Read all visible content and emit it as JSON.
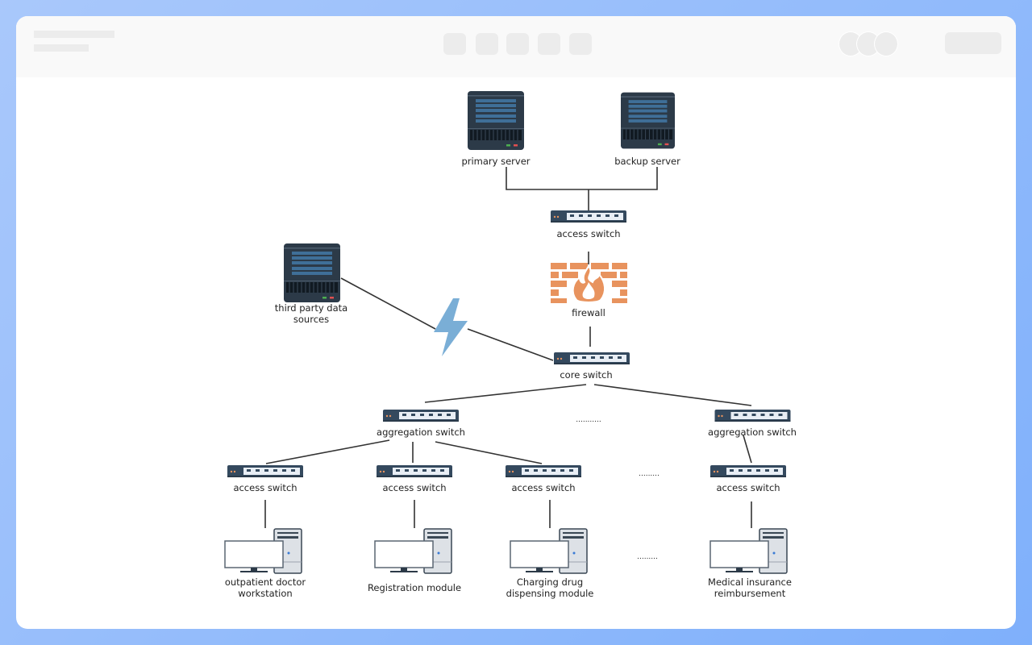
{
  "nodes": {
    "primary_server": "primary server",
    "backup_server": "backup server",
    "access_switch_top": "access switch",
    "firewall": "firewall",
    "third_party_line1": "third party data",
    "third_party_line2": "sources",
    "core_switch": "core switch",
    "aggregation_left": "aggregation switch",
    "aggregation_right": "aggregation switch",
    "access_1": "access switch",
    "access_2": "access switch",
    "access_3": "access switch",
    "access_4": "access switch",
    "ws1_line1": "outpatient doctor",
    "ws1_line2": "workstation",
    "ws2": "Registration module",
    "ws3_line1": "Charging drug",
    "ws3_line2": "dispensing module",
    "ws4_line1": "Medical insurance",
    "ws4_line2": "reimbursement"
  },
  "ellipses": {
    "agg": "...........",
    "access": ".........",
    "ws": "........."
  },
  "colors": {
    "server": "#2c3a48",
    "firewall": "#e8935e",
    "lightning": "#7aaed6",
    "switch": "#34495e"
  }
}
